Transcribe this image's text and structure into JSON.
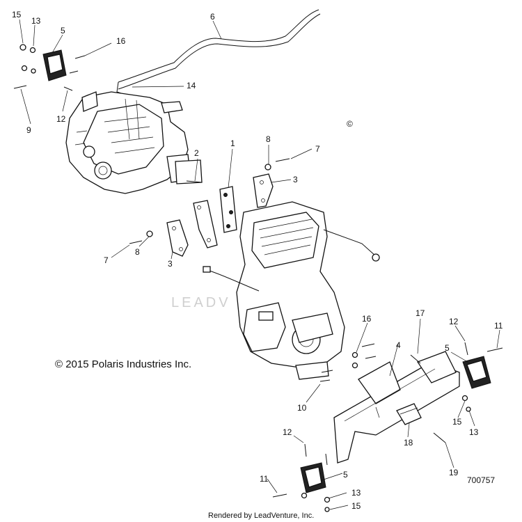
{
  "diagram": {
    "copyright": "© 2015 Polaris Industries Inc.",
    "rendered_by": "Rendered by LeadVenture, Inc.",
    "watermark": "LEADV",
    "part_number": "700757",
    "corner_symbol": "©"
  },
  "callouts": [
    "15",
    "13",
    "5",
    "16",
    "6",
    "14",
    "9",
    "12",
    "2",
    "1",
    "8",
    "7",
    "3",
    "7",
    "8",
    "3",
    "16",
    "17",
    "12",
    "11",
    "4",
    "5",
    "10",
    "15",
    "13",
    "12",
    "11",
    "5",
    "13",
    "15",
    "18",
    "19"
  ]
}
